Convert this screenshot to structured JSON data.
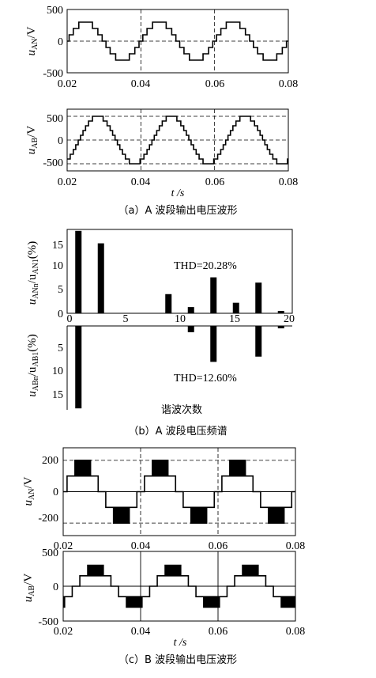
{
  "chart_data": [
    {
      "id": "a1",
      "type": "line",
      "ylabel": "u",
      "ylabel_sub": "AN",
      "ylabel_unit": "/V",
      "xlim": [
        0.02,
        0.08
      ],
      "ylim": [
        -500,
        500
      ],
      "xticks": [
        "0.02",
        "0.04",
        "0.06",
        "0.08"
      ],
      "yticks": [
        "500",
        "0",
        "-500"
      ],
      "xlabel": "",
      "levels": [
        100,
        200,
        300
      ],
      "period": 0.02,
      "phase": 0.02,
      "grid_x": [
        0.04,
        0.06
      ],
      "grid_y": [
        0
      ],
      "series": [
        {
          "waveform": "stepped-sine",
          "amplitude": 300
        }
      ]
    },
    {
      "id": "a2",
      "type": "line",
      "ylabel": "u",
      "ylabel_sub": "AB",
      "ylabel_unit": "/V",
      "xlim": [
        0.02,
        0.08
      ],
      "ylim": [
        -650,
        650
      ],
      "xticks": [
        "0.02",
        "0.04",
        "0.06",
        "0.08"
      ],
      "yticks": [
        "500",
        "0",
        "-500"
      ],
      "xlabel": "t /s",
      "levels": [
        100,
        200,
        300,
        400,
        500
      ],
      "period": 0.02,
      "phase": 0.0233,
      "grid_x": [
        0.04,
        0.06
      ],
      "grid_y": [
        500,
        0,
        -500
      ],
      "series": [
        {
          "waveform": "stepped-sine",
          "amplitude": 500
        }
      ]
    },
    {
      "id": "b1",
      "type": "bar",
      "ylabel": "u",
      "ylabel_sub": "ANn",
      "ylabel_mid": "/u",
      "ylabel_sub2": "AN1",
      "ylabel_unit": "(%)",
      "xlim": [
        0,
        20
      ],
      "ylim": [
        0,
        17.5
      ],
      "xticks": [
        "0",
        "5",
        "10",
        "15",
        "20"
      ],
      "yticks": [
        "15",
        "10",
        "5",
        "0"
      ],
      "annotation": "THD=20.28%",
      "x": [
        1,
        3,
        9,
        11,
        13,
        15,
        17,
        19
      ],
      "values": [
        17.2,
        14.6,
        4.0,
        1.3,
        7.5,
        2.2,
        6.4,
        0.5
      ]
    },
    {
      "id": "b2",
      "type": "bar",
      "ylabel": "u",
      "ylabel_sub": "ABn",
      "ylabel_mid": "/u",
      "ylabel_sub2": "AB1",
      "ylabel_unit": "(%)",
      "xlim": [
        0,
        20
      ],
      "ylim": [
        0,
        17.5
      ],
      "inverted": true,
      "yticks": [
        "5",
        "10",
        "15"
      ],
      "annotation": "THD=12.60%",
      "xlabel": "谐波次数",
      "x": [
        1,
        11,
        13,
        17,
        19
      ],
      "values": [
        17.2,
        1.3,
        7.5,
        6.4,
        0.5
      ]
    },
    {
      "id": "c1",
      "type": "line",
      "ylabel": "u",
      "ylabel_sub": "AN",
      "ylabel_unit": "/V",
      "xlim": [
        0.02,
        0.08
      ],
      "ylim": [
        -280,
        280
      ],
      "xticks": [
        "0.02",
        "0.04",
        "0.06",
        "0.08"
      ],
      "yticks": [
        "200",
        "0",
        "-200"
      ],
      "xlabel": "",
      "period": 0.02,
      "phase": 0.02,
      "grid_x": [
        0.04,
        0.06
      ],
      "grid_y": [
        200,
        -200
      ],
      "solid_y": [
        0
      ],
      "series": [
        {
          "waveform": "pwm-stepped",
          "amplitude": 200
        }
      ]
    },
    {
      "id": "c2",
      "type": "line",
      "ylabel": "u",
      "ylabel_sub": "AB",
      "ylabel_unit": "/V",
      "xlim": [
        0.02,
        0.08
      ],
      "ylim": [
        -500,
        500
      ],
      "xticks": [
        "0.02",
        "0.04",
        "0.06",
        "0.08"
      ],
      "yticks": [
        "500",
        "0",
        "-500"
      ],
      "xlabel": "t /s",
      "period": 0.02,
      "phase": 0.0233,
      "solid_x": [
        0.04,
        0.06
      ],
      "solid_y": [
        0
      ],
      "series": [
        {
          "waveform": "pwm-stepped",
          "amplitude": 300
        }
      ]
    }
  ],
  "captions": {
    "a": "（a）A 波段输出电压波形",
    "b": "（b）A 波段电压频谱",
    "c": "（c）B 波段输出电压波形"
  }
}
